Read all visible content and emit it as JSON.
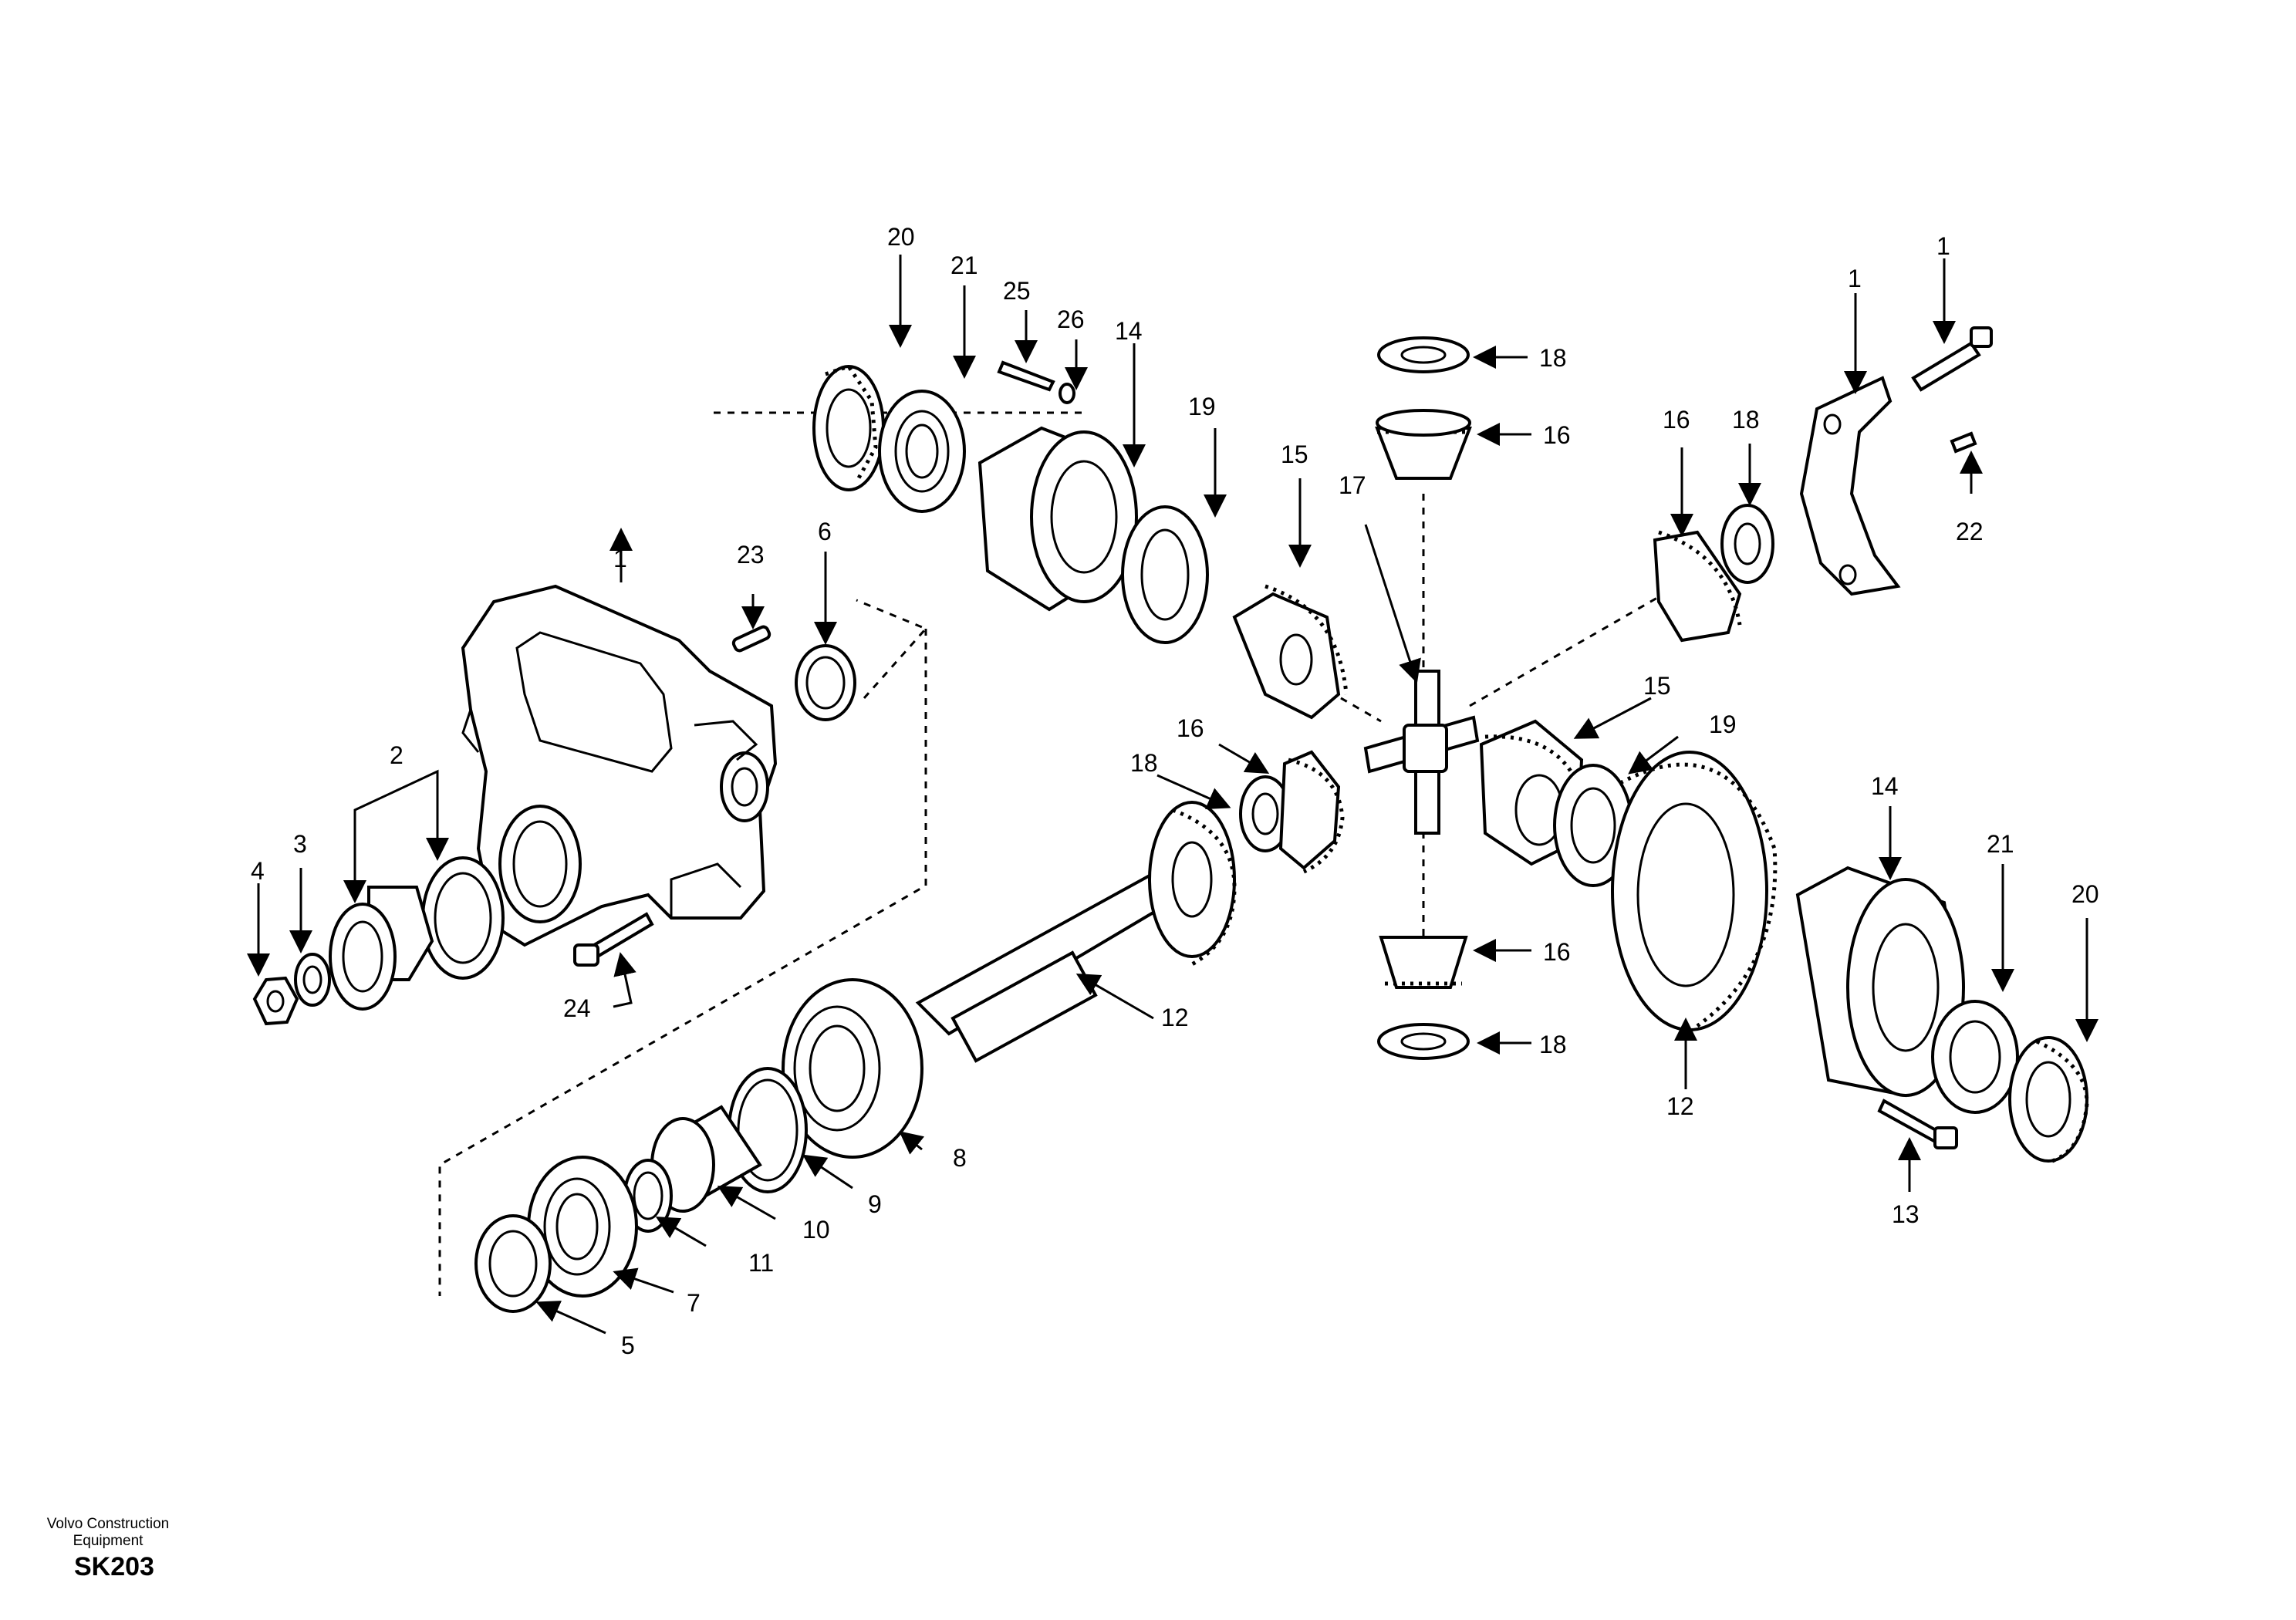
{
  "callouts": [
    "1",
    "2",
    "3",
    "4",
    "5",
    "6",
    "7",
    "8",
    "9",
    "10",
    "11",
    "12",
    "13",
    "14",
    "15",
    "16",
    "17",
    "18",
    "19",
    "20",
    "21",
    "22",
    "23",
    "24",
    "25",
    "26"
  ],
  "brand_line_1": "Volvo Construction",
  "brand_line_2": "Equipment",
  "drawing_code": "SK203"
}
